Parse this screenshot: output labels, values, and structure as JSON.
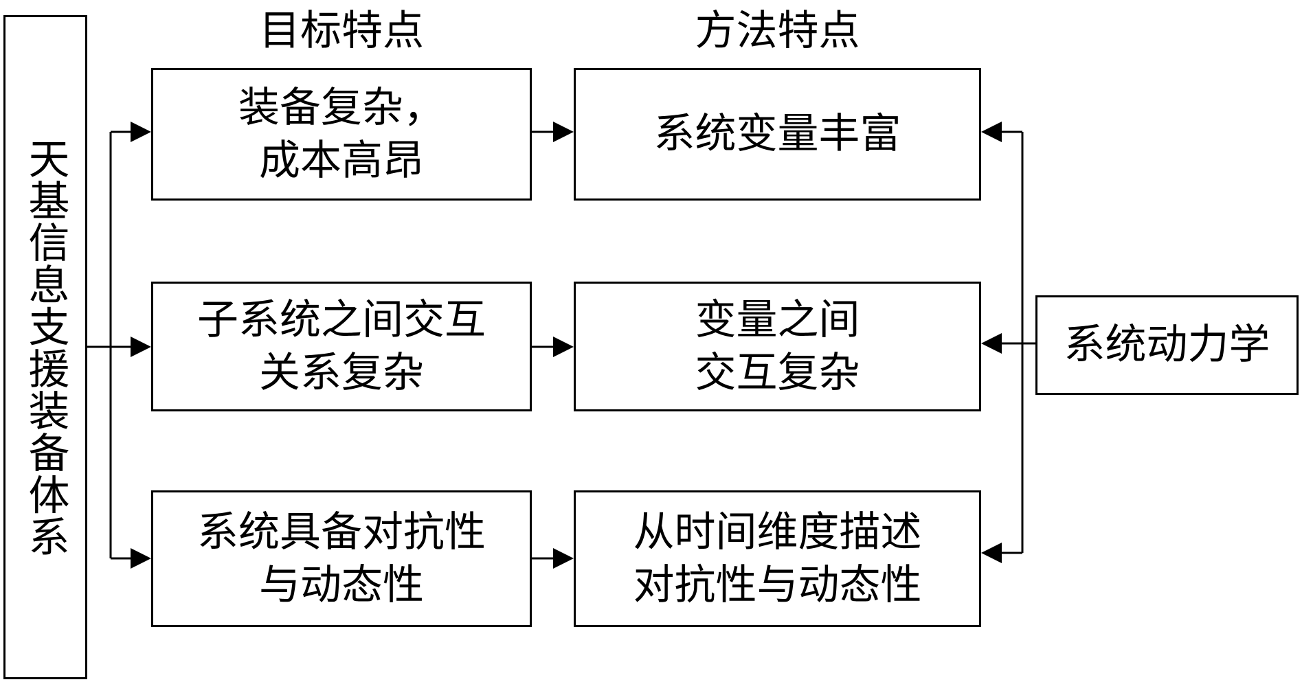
{
  "headers": {
    "goal": "目标特点",
    "method": "方法特点"
  },
  "left_box": "天基信息支援装备体系",
  "right_box": "系统动力学",
  "goals": [
    "装备复杂，\n成本高昂",
    "子系统之间交互\n关系复杂",
    "系统具备对抗性\n与动态性"
  ],
  "methods": [
    "系统变量丰富",
    "变量之间\n交互复杂",
    "从时间维度描述\n对抗性与动态性"
  ],
  "colors": {
    "line": "#000000",
    "background": "#ffffff"
  }
}
